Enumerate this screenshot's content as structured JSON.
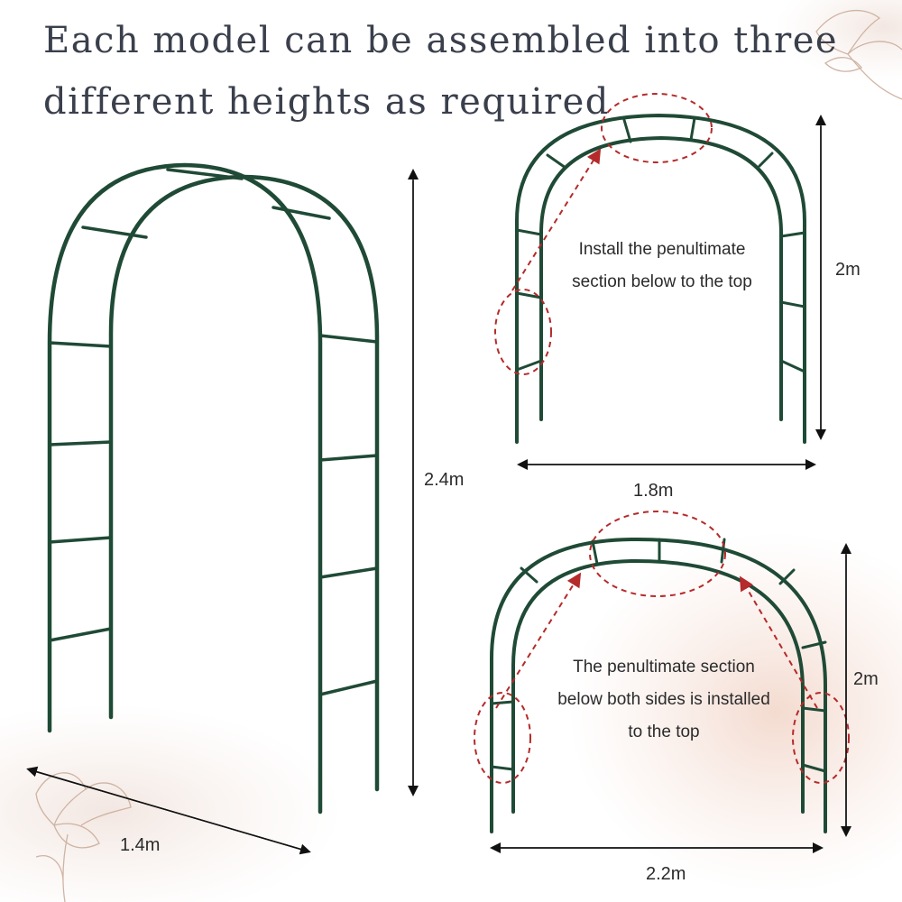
{
  "headline": {
    "line1": "Each model can be assembled into three",
    "line2": "different heights as required"
  },
  "arch_large": {
    "height_label": "2.4m",
    "width_label": "1.4m"
  },
  "arch_top_right": {
    "height_label": "2m",
    "width_label": "1.8m",
    "note_line1": "Install the penultimate",
    "note_line2": "section below to the top"
  },
  "arch_bottom_right": {
    "height_label": "2m",
    "width_label": "2.2m",
    "note_line1": "The penultimate section",
    "note_line2": "below both sides is installed",
    "note_line3": "to the top"
  },
  "colors": {
    "arch_green": "#1f4a36",
    "highlight_red": "#b52a2a",
    "dimension_line": "#111111",
    "background_blush": "#f3ddd3"
  },
  "icons": [
    "flower-sketch-icon",
    "arrow-icon"
  ]
}
